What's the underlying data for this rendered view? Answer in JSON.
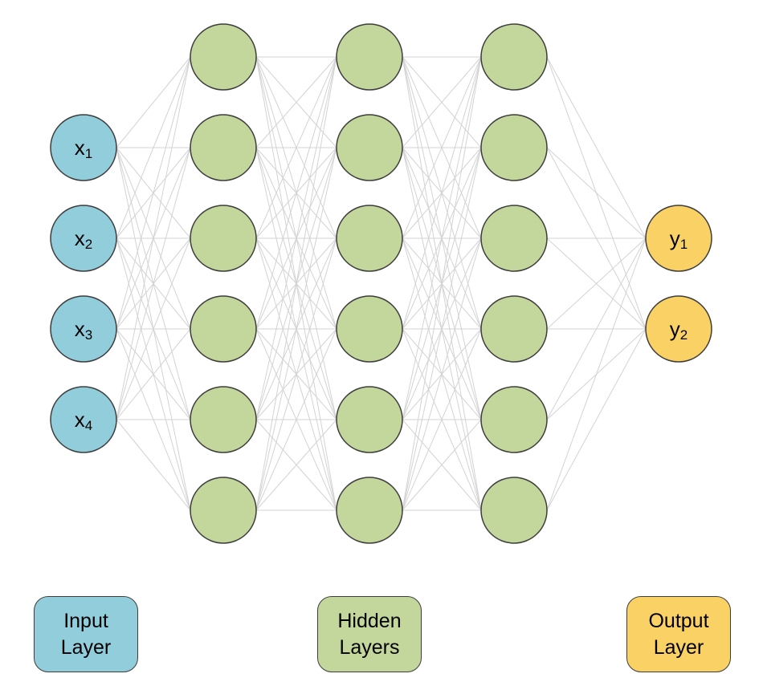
{
  "diagram": {
    "type": "neural-network",
    "background_color": "#ffffff",
    "edge_color": "#d3d3d3",
    "node_border_color": "#3d3d3d",
    "text_color": "#000000",
    "layers": [
      {
        "name": "input-layer",
        "color": "#92cddc",
        "count": 4,
        "labels": [
          {
            "base": "x",
            "sub": "1"
          },
          {
            "base": "x",
            "sub": "2"
          },
          {
            "base": "x",
            "sub": "3"
          },
          {
            "base": "x",
            "sub": "4"
          }
        ]
      },
      {
        "name": "hidden-layer-1",
        "color": "#c3d69b",
        "count": 6,
        "labels": null
      },
      {
        "name": "hidden-layer-2",
        "color": "#c3d69b",
        "count": 6,
        "labels": null
      },
      {
        "name": "hidden-layer-3",
        "color": "#c3d69b",
        "count": 6,
        "labels": null
      },
      {
        "name": "output-layer",
        "color": "#fad165",
        "count": 2,
        "labels": [
          {
            "base": "y",
            "sub": "1"
          },
          {
            "base": "y",
            "sub": "2"
          }
        ]
      }
    ],
    "legend": [
      {
        "id": "input-layer",
        "label": "Input\nLayer",
        "color": "#92cddc"
      },
      {
        "id": "hidden-layers",
        "label": "Hidden\nLayers",
        "color": "#c3d69b"
      },
      {
        "id": "output-layer",
        "label": "Output\nLayer",
        "color": "#fad165"
      }
    ]
  }
}
